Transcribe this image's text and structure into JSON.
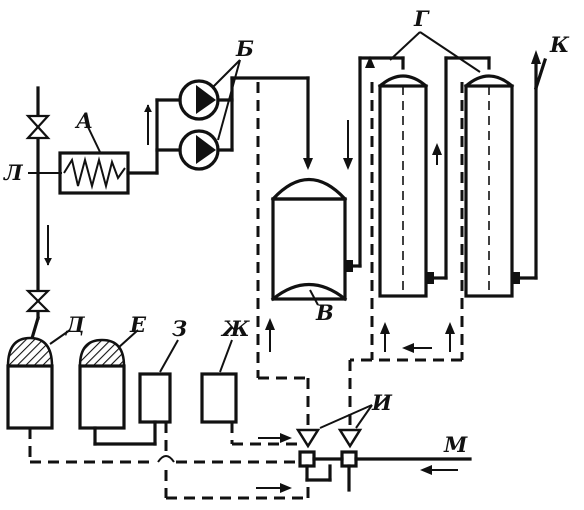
{
  "labels": {
    "heater": "А",
    "pumps": "Б",
    "reactor": "В",
    "columns": "Г",
    "tank_d": "Д",
    "tank_e": "Е",
    "tank_z": "З",
    "tank_zh": "Ж",
    "ejectors": "И",
    "outlet": "К",
    "steam_line": "Л",
    "inlet": "М"
  }
}
